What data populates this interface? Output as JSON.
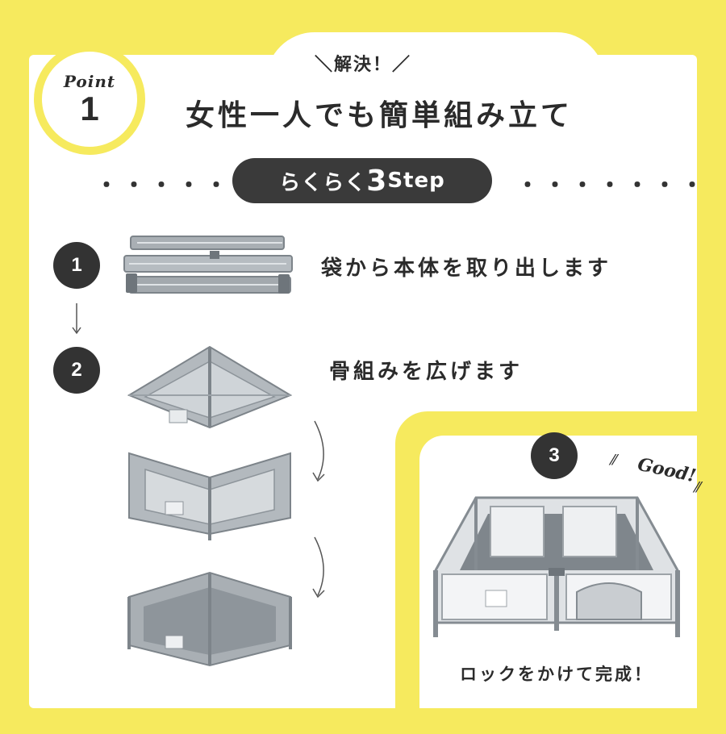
{
  "badge": {
    "label": "Point",
    "number": "1"
  },
  "header": {
    "subtitle": "＼解決！／",
    "title": "女性一人でも簡単組み立て"
  },
  "step_pill": {
    "prefix": "らくらく",
    "number": "3",
    "suffix": "Step"
  },
  "dots": "・・・・・・・",
  "steps": [
    {
      "number": "1",
      "text": "袋から本体を取り出します"
    },
    {
      "number": "2",
      "text": "骨組みを広げます"
    },
    {
      "number": "3",
      "text": "ロックをかけて完成！"
    }
  ],
  "good_label": "Good!",
  "colors": {
    "background": "#f6ea5e",
    "panel": "#ffffff",
    "dark": "#333333",
    "frame": "#9da3a8"
  }
}
